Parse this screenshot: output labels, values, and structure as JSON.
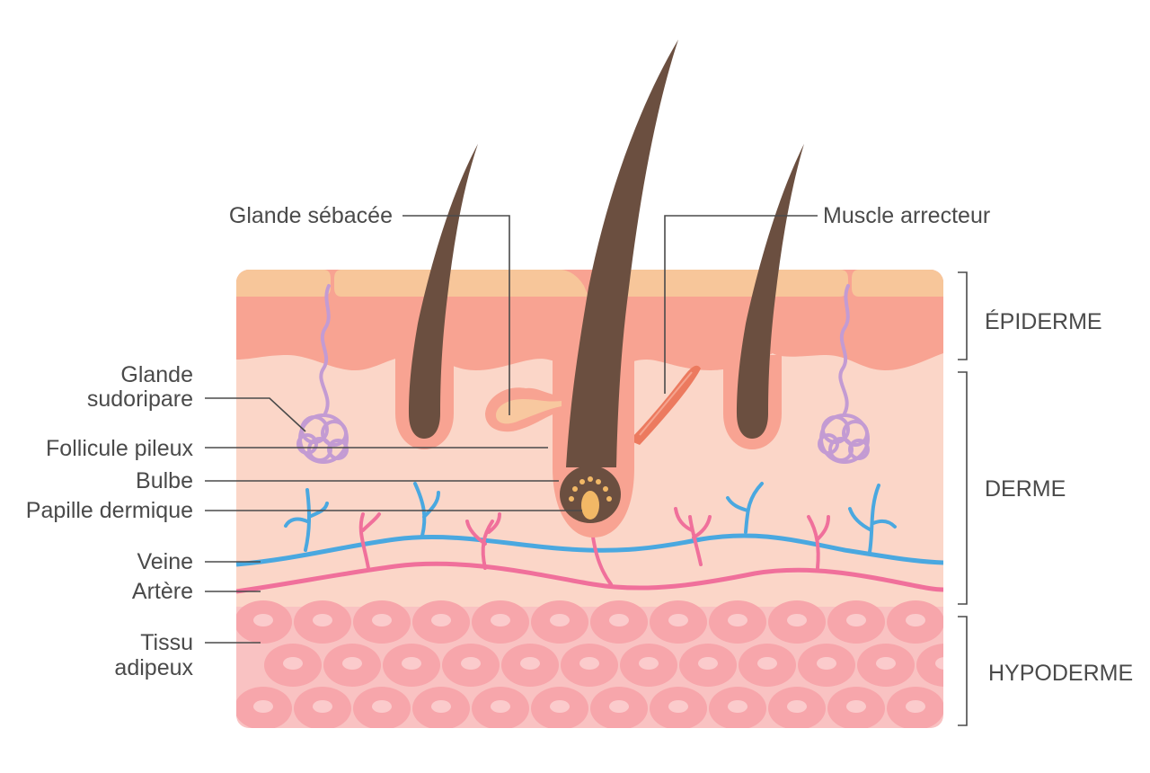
{
  "labels": {
    "sebaceous_gland": "Glande sébacée",
    "arrector_muscle": "Muscle arrecteur",
    "sweat_gland_line1": "Glande",
    "sweat_gland_line2": "sudoripare",
    "hair_follicle": "Follicule pileux",
    "bulb": "Bulbe",
    "dermal_papilla": "Papille dermique",
    "vein": "Veine",
    "artery": "Artère",
    "adipose_line1": "Tissu",
    "adipose_line2": "adipeux"
  },
  "layers": {
    "epidermis": "ÉPIDERME",
    "dermis": "DERME",
    "hypodermis": "HYPODERME"
  },
  "colors": {
    "stratum_corneum": "#f7c69a",
    "epidermis": "#f8a392",
    "dermis": "#fbd6c8",
    "hypodermis": "#f9c2c2",
    "fat_cell": "#f7a6ab",
    "fat_cell_nucleus": "#fbcbcc",
    "hair": "#6b4f40",
    "vein": "#4aa8e0",
    "artery": "#f0709b",
    "sweat_gland": "#c39bd3",
    "sebaceous": "#f8c89f",
    "muscle": "#ec7a5f",
    "label_text": "#4a4a4a"
  }
}
